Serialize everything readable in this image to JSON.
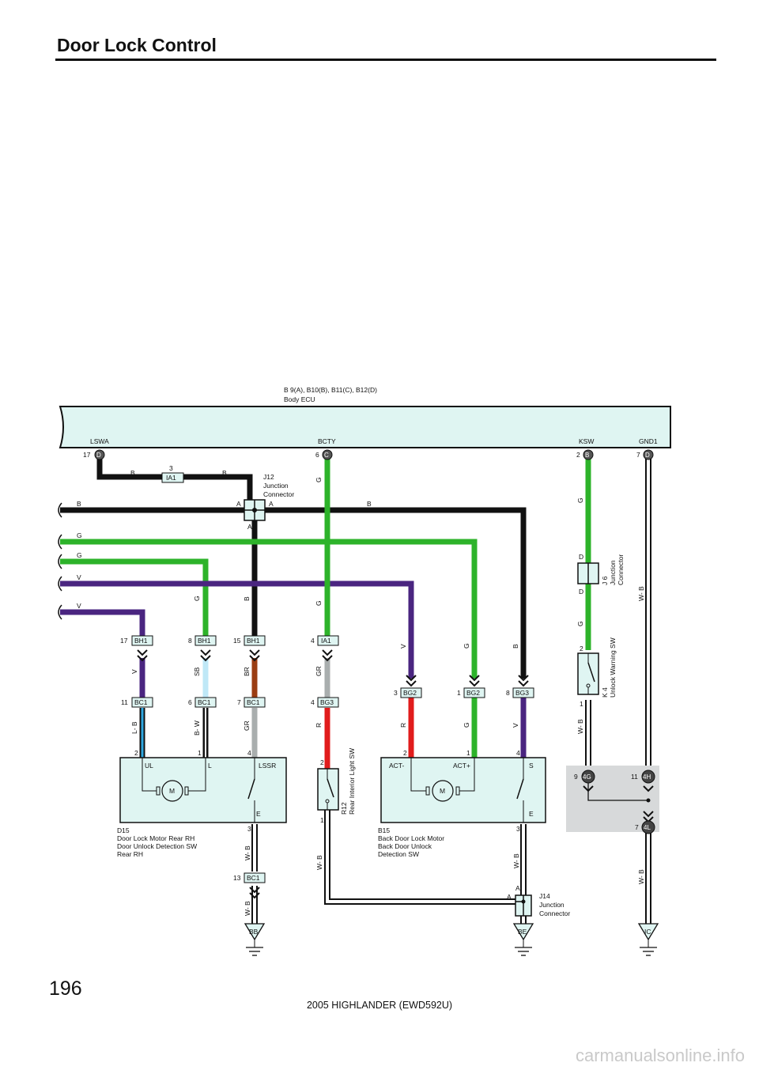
{
  "page": {
    "title": "Door Lock Control",
    "page_number": "196",
    "footer": "2005 HIGHLANDER (EWD592U)",
    "watermark": "carmanualsonline.info"
  },
  "colors": {
    "B": "#111111",
    "G": "#2db32a",
    "V": "#4a2580",
    "SB": "#bfe8f7",
    "BR": "#9a3d12",
    "GR": "#a9aeae",
    "R": "#e11c1c",
    "L": "#30a8e0",
    "W": "#ffffff",
    "component_fill": "#dff5f2",
    "shade": "#d7d9da"
  },
  "ecu": {
    "title_line1": "B 9(A), B10(B), B11(C), B12(D)",
    "title_line2": "Body ECU",
    "terminals": [
      {
        "name": "LSWA",
        "pin": "17",
        "connector": "D"
      },
      {
        "name": "BCTY",
        "pin": "6",
        "connector": "C"
      },
      {
        "name": "KSW",
        "pin": "2",
        "connector": "B"
      },
      {
        "name": "GND1",
        "pin": "7",
        "connector": "D"
      }
    ]
  },
  "junctions": {
    "j12": {
      "line1": "J12",
      "line2": "Junction",
      "line3": "Connector",
      "pin": "A"
    },
    "j6": {
      "line1": "J 6",
      "line2": "Junction",
      "line3": "Connector",
      "pin": "D"
    },
    "j14": {
      "line1": "J14",
      "line2": "Junction",
      "line3": "Connector",
      "pin": "A"
    }
  },
  "ia1_top": {
    "pin": "3",
    "connector": "IA1"
  },
  "left_wires": [
    "B",
    "G",
    "G",
    "V",
    "V"
  ],
  "wire_labels": {
    "top_b_left": "B",
    "top_b_right": "B",
    "main_b": "B",
    "bcty_g": "G",
    "ksw_g": "G",
    "gnd_wb": "W- B",
    "g_drop": "G",
    "b_drop": "B",
    "g_drop2": "G",
    "j6_g": "G"
  },
  "connectors_upper": [
    {
      "pin": "17",
      "name": "BH1"
    },
    {
      "pin": "8",
      "name": "BH1"
    },
    {
      "pin": "15",
      "name": "BH1"
    },
    {
      "pin": "4",
      "name": "IA1"
    }
  ],
  "connectors_lower": [
    {
      "pin": "11",
      "name": "BC1"
    },
    {
      "pin": "6",
      "name": "BC1"
    },
    {
      "pin": "7",
      "name": "BC1"
    },
    {
      "pin": "4",
      "name": "BG3"
    }
  ],
  "connectors_back": [
    {
      "pin": "3",
      "name": "BG2"
    },
    {
      "pin": "1",
      "name": "BG2"
    },
    {
      "pin": "8",
      "name": "BG3"
    }
  ],
  "upper_wire_colors": [
    "V",
    "SB",
    "BR",
    "GR",
    "V",
    "G",
    "B"
  ],
  "lower_wire_colors": [
    "L- B",
    "B- W",
    "GR",
    "R",
    "R",
    "G",
    "V"
  ],
  "d15": {
    "ref": "D15",
    "line1": "Door Lock Motor Rear RH",
    "line2": "Door Unlock Detection SW",
    "line3": "Rear RH",
    "t_ul": "UL",
    "t_l": "L",
    "t_lssr": "LSSR",
    "t_e": "E",
    "motor": "M",
    "pin_ul": "2",
    "pin_l": "1",
    "pin_lssr": "4",
    "pin_e": "3"
  },
  "r12": {
    "ref": "R12",
    "name": "Rear Interior Light SW",
    "pin_top": "2",
    "pin_bottom": "1"
  },
  "b15": {
    "ref": "B15",
    "line1": "Back Door Lock Motor",
    "line2": "Back Door Unlock",
    "line3": "Detection SW",
    "t_actm": "ACT-",
    "t_actp": "ACT+",
    "t_s": "S",
    "t_e": "E",
    "motor": "M",
    "pin_actm": "2",
    "pin_actp": "1",
    "pin_s": "4",
    "pin_e": "3"
  },
  "k4": {
    "ref": "K 4",
    "name": "Unlock Warning SW",
    "pin_top": "2",
    "pin_bottom": "1"
  },
  "ground_connectors": {
    "bc1_13": {
      "pin": "13",
      "name": "BC1"
    },
    "g4": {
      "pin": "9",
      "name": "4G"
    },
    "h4": {
      "pin": "11",
      "name": "4H"
    },
    "l4": {
      "pin": "7",
      "name": "4L"
    }
  },
  "ground_wire_labels": [
    "W- B",
    "W- B",
    "W- B",
    "W- B",
    "W- B",
    "W- B"
  ],
  "grounds": [
    "BB",
    "BE",
    "IC"
  ]
}
